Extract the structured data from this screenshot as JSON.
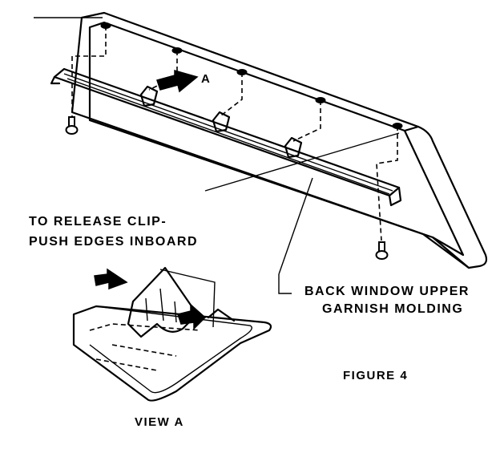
{
  "labels": {
    "arrow_a": "A",
    "release_line1": "TO RELEASE CLIP-",
    "release_line2": "PUSH EDGES INBOARD",
    "molding_line1": "BACK WINDOW UPPER",
    "molding_line2": "GARNISH MOLDING",
    "figure": "FIGURE 4",
    "view": "VIEW A"
  }
}
